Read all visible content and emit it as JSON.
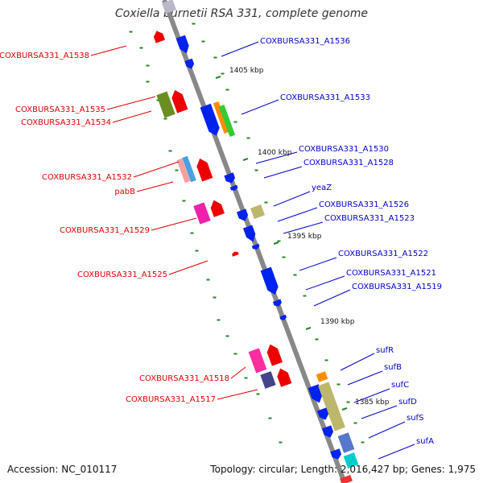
{
  "title": "Coxiella burnetii RSA 331, complete genome",
  "footer": {
    "accession": "Accession: NC_010117",
    "summary": "Topology: circular; Length: 2,016,427 bp; Genes: 1,975"
  },
  "colors": {
    "left_label": "#dd0000",
    "right_label": "#0000cc",
    "backbone": "#888888",
    "tick": "#228822"
  },
  "scale_labels": [
    "1405 kbp",
    "1400 kbp",
    "1395 kbp",
    "1390 kbp",
    "1385 kbp"
  ],
  "left_labels": [
    "COXBURSA331_A1538",
    "COXBURSA331_A1535",
    "COXBURSA331_A1534",
    "COXBURSA331_A1532",
    "pabB",
    "COXBURSA331_A1529",
    "COXBURSA331_A1525",
    "COXBURSA331_A1518",
    "COXBURSA331_A1517"
  ],
  "right_labels": [
    "COXBURSA331_A1536",
    "COXBURSA331_A1533",
    "COXBURSA331_A1530",
    "COXBURSA331_A1528",
    "yeaZ",
    "COXBURSA331_A1526",
    "COXBURSA331_A1523",
    "COXBURSA331_A1522",
    "COXBURSA331_A1521",
    "COXBURSA331_A1519",
    "sufR",
    "sufB",
    "sufC",
    "sufD",
    "sufS",
    "sufA"
  ]
}
